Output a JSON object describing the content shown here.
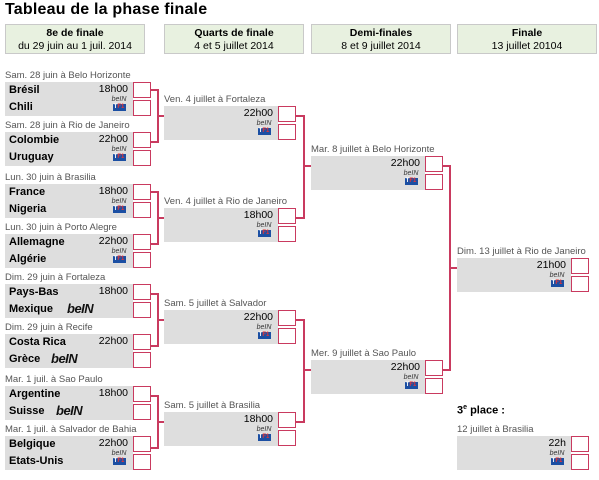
{
  "title": "Tableau de la phase finale",
  "headers": [
    {
      "title": "8e de finale",
      "dates": "du 29 juin au 1 juil. 2014"
    },
    {
      "title": "Quarts de finale",
      "dates": "4 et 5 juillet 2014"
    },
    {
      "title": "Demi-finales",
      "dates": "8 et 9 juillet 2014"
    },
    {
      "title": "Finale",
      "dates": "13 juillet 20104"
    }
  ],
  "r16": [
    {
      "label": "Sam. 28 juin à Belo Horizonte",
      "team1": "Brésil",
      "team2": "Chili",
      "time": "18h00",
      "tv": "bein-tf1"
    },
    {
      "label": "Sam. 28 juin à Rio de Janeiro",
      "team1": "Colombie",
      "team2": "Uruguay",
      "time": "22h00",
      "tv": "bein-tf1"
    },
    {
      "label": "Lun. 30 juin à Brasilia",
      "team1": "France",
      "team2": "Nigeria",
      "time": "18h00",
      "tv": "bein-tf1"
    },
    {
      "label": "Lun. 30 juin à Porto Alegre",
      "team1": "Allemagne",
      "team2": "Algérie",
      "time": "22h00",
      "tv": "bein-tf1"
    },
    {
      "label": "Dim. 29 juin à Fortaleza",
      "team1": "Pays-Bas",
      "team2": "Mexique",
      "time": "18h00",
      "tv": "bein"
    },
    {
      "label": "Dim. 29 juin à Recife",
      "team1": "Costa Rica",
      "team2": "Grèce",
      "time": "22h00",
      "tv": "bein"
    },
    {
      "label": "Mar. 1 juil. à Sao Paulo",
      "team1": "Argentine",
      "team2": "Suisse",
      "time": "18h00",
      "tv": "bein"
    },
    {
      "label": "Mar. 1 juil. à Salvador de Bahia",
      "team1": "Belgique",
      "team2": "Etats-Unis",
      "time": "22h00",
      "tv": "bein-tf1"
    }
  ],
  "qf": [
    {
      "label": "Ven. 4 juillet à Fortaleza",
      "time": "22h00"
    },
    {
      "label": "Ven. 4 juillet à Rio de Janeiro",
      "time": "18h00"
    },
    {
      "label": "Sam. 5 juillet à Salvador",
      "time": "22h00"
    },
    {
      "label": "Sam. 5 juillet à Brasilia",
      "time": "18h00"
    }
  ],
  "sf": [
    {
      "label": "Mar. 8 juillet à Belo Horizonte",
      "time": "22h00"
    },
    {
      "label": "Mer. 9 juillet à Sao Paulo",
      "time": "22h00"
    }
  ],
  "final": {
    "label": "Dim. 13 juillet à Rio de Janeiro",
    "time": "21h00"
  },
  "third": {
    "title": "3",
    "title_sup": "e",
    "title_rest": " place :",
    "label": "12 juillet à Brasilia",
    "time": "22h"
  },
  "tv_logos": {
    "bein": "beIN",
    "tf1_left": "T",
    "tf1_right": "F1"
  },
  "colors": {
    "header_bg": "#e8f1e0",
    "box_bg": "#dedede",
    "line": "#c93a5f"
  }
}
